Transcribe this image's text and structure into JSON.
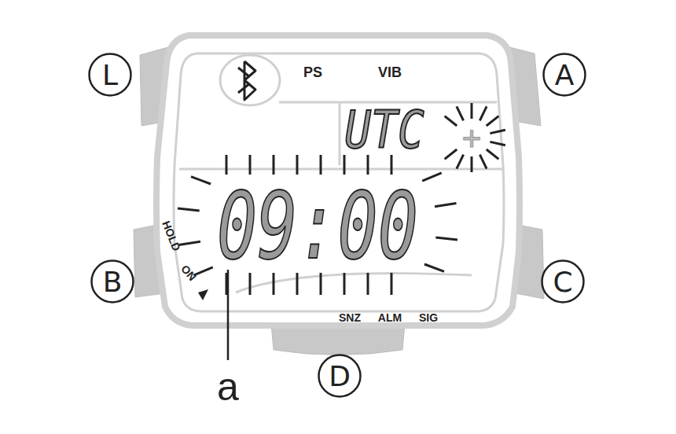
{
  "diagram": {
    "nodes": [
      {
        "text": [
          "L"
        ]
      },
      {
        "text": [
          "A"
        ]
      },
      {
        "text": [
          "B"
        ]
      },
      {
        "text": [
          "C"
        ]
      },
      {
        "text": [
          "D"
        ]
      }
    ],
    "labels": [
      "PS",
      "VIB",
      "UTC",
      "+",
      "09:00",
      "SNZ",
      "ALM",
      "SIG",
      "HOLD",
      "ON",
      "a"
    ]
  }
}
